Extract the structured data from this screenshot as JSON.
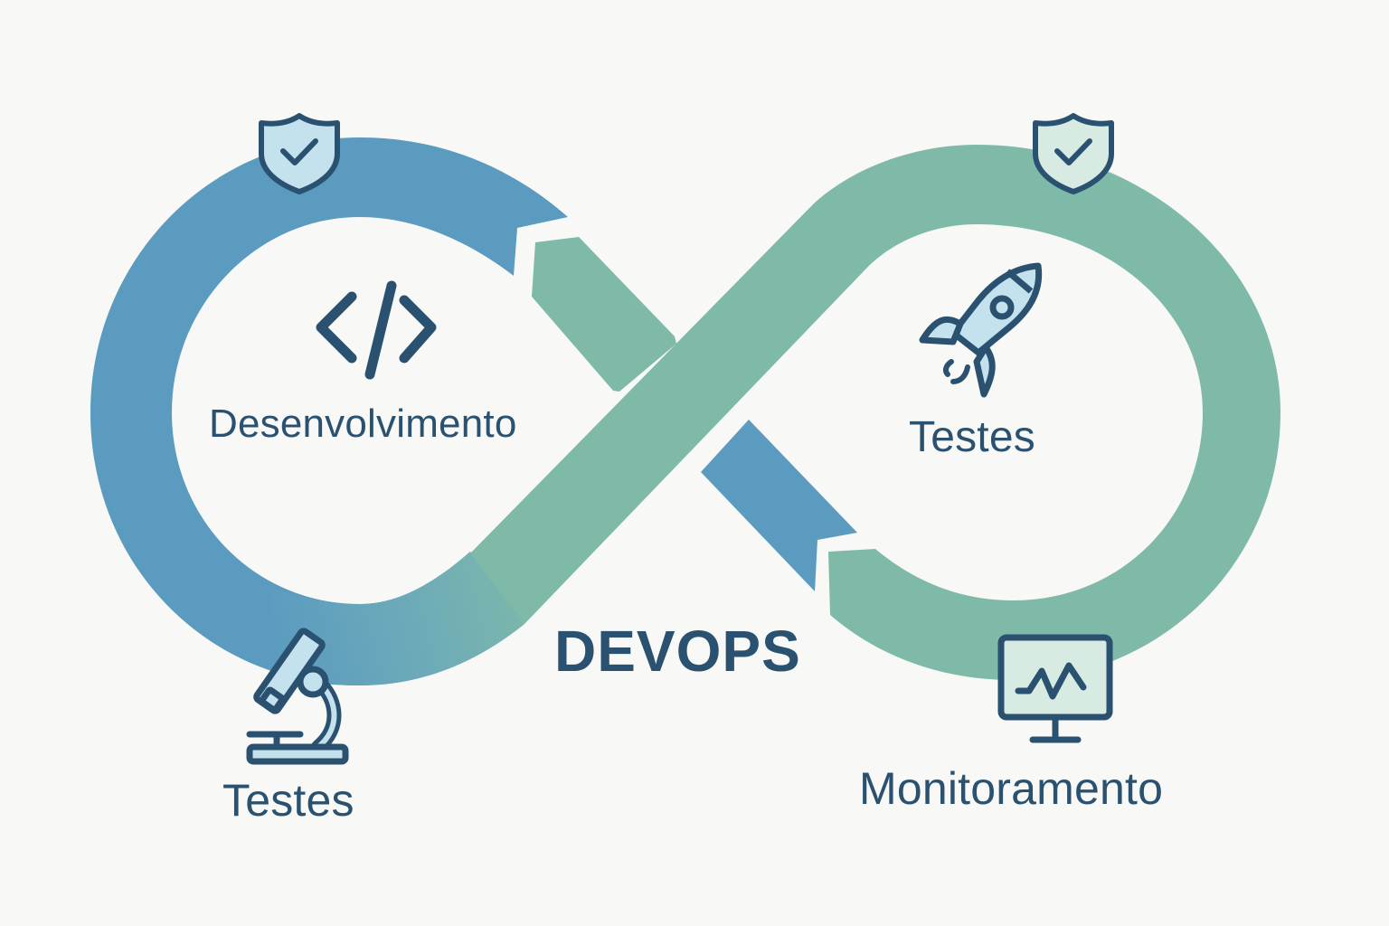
{
  "diagram": {
    "title": "DEVOPS",
    "colors": {
      "background": "#F8F8F6",
      "left_loop": "#5B9BBF",
      "right_loop": "#7FBAA8",
      "text": "#2A5270",
      "icon_stroke": "#2A5270",
      "icon_fill_blue": "#C4E2EE",
      "icon_fill_green": "#D8EBE2"
    },
    "stages": [
      {
        "id": "desenvolvimento",
        "label": "Desenvolvimento",
        "icon": "code-icon",
        "position": "left-loop-center"
      },
      {
        "id": "testes-deploy",
        "label": "Testes",
        "icon": "rocket-icon",
        "position": "right-loop-center"
      },
      {
        "id": "testes",
        "label": "Testes",
        "icon": "microscope-icon",
        "position": "bottom-left"
      },
      {
        "id": "monitoramento",
        "label": "Monitoramento",
        "icon": "monitor-chart-icon",
        "position": "bottom-right"
      }
    ],
    "badges": [
      {
        "icon": "shield-check-icon",
        "position": "top-left",
        "tone": "blue"
      },
      {
        "icon": "shield-check-icon",
        "position": "top-right",
        "tone": "green"
      }
    ]
  }
}
